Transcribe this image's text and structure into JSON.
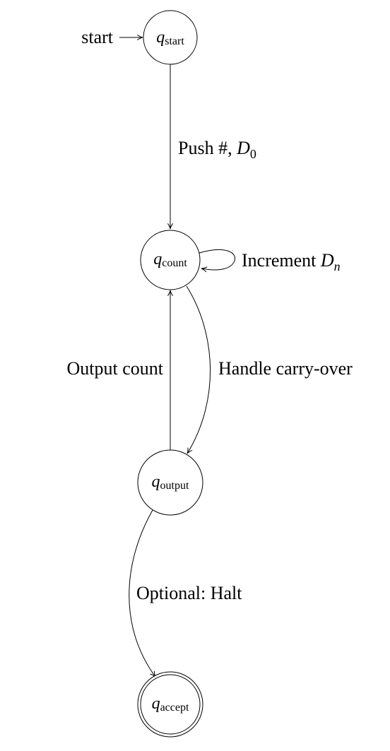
{
  "states": {
    "start": {
      "symbol": "q",
      "subscript": "start"
    },
    "count": {
      "symbol": "q",
      "subscript": "count"
    },
    "output": {
      "symbol": "q",
      "subscript": "output"
    },
    "accept": {
      "symbol": "q",
      "subscript": "accept"
    }
  },
  "initial_marker": {
    "label": "start"
  },
  "transitions": {
    "start_to_count": {
      "text": "Push #, ",
      "math_var": "D",
      "math_sub": "0"
    },
    "count_self_loop": {
      "text": "Increment ",
      "math_var": "D",
      "math_sub": "n"
    },
    "count_to_output": {
      "text": "Handle carry-over"
    },
    "output_to_count": {
      "text": "Output count"
    },
    "output_to_accept": {
      "text": "Optional: Halt"
    }
  }
}
